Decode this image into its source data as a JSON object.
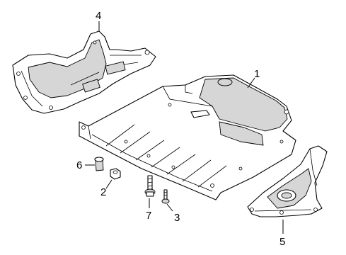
{
  "callouts": {
    "c1": "1",
    "c2": "2",
    "c3": "3",
    "c4": "4",
    "c5": "5",
    "c6": "6",
    "c7": "7"
  },
  "colors": {
    "line": "#000000",
    "shade": "#d6d6d6",
    "background": "#ffffff"
  }
}
